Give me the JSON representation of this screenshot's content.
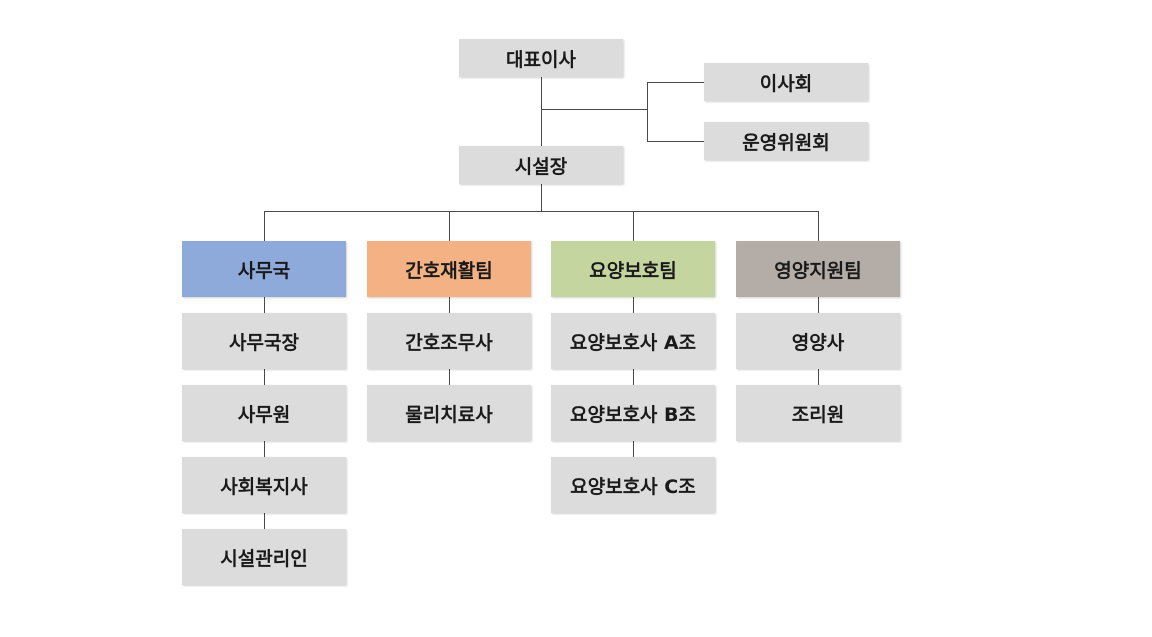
{
  "org_chart": {
    "ceo": "대표이사",
    "board": "이사회",
    "committee": "운영위원회",
    "director": "시설장",
    "teams": [
      {
        "name": "사무국",
        "color": "#8eaadb",
        "members": [
          "사무국장",
          "사무원",
          "사회복지사",
          "시설관리인"
        ]
      },
      {
        "name": "간호재활팀",
        "color": "#f4b183",
        "members": [
          "간호조무사",
          "물리치료사"
        ]
      },
      {
        "name": "요양보호팀",
        "color": "#c5d5a0",
        "members": [
          "요양보호사 A조",
          "요양보호사 B조",
          "요양보호사 C조"
        ]
      },
      {
        "name": "영양지원팀",
        "color": "#b4aca6",
        "members": [
          "영양사",
          "조리원"
        ]
      }
    ],
    "box_color": "#dcdcdc",
    "line_color": "#4a4a4a"
  }
}
